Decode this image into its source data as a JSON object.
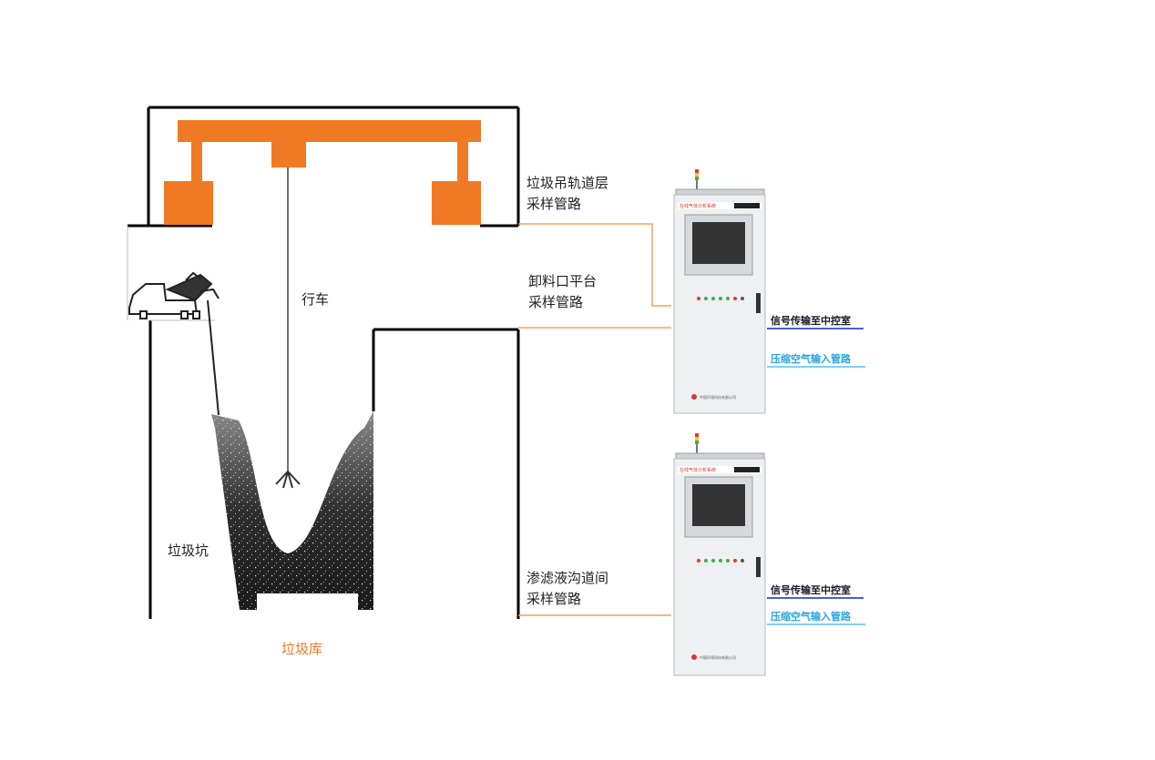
{
  "labels": {
    "crane": "行车",
    "pit": "垃圾坑",
    "bunker": "垃圾库",
    "rail_layer_line1": "垃圾吊轨道层",
    "rail_layer_line2": "采样管路",
    "unloading_line1": "卸料口平台",
    "unloading_line2": "采样管路",
    "leachate_line1": "渗滤液沟道间",
    "leachate_line2": "采样管路"
  },
  "cabinets": [
    {
      "signal": "信号传输至中控室",
      "air": "压缩空气输入管路"
    },
    {
      "signal": "信号传输至中控室",
      "air": "压缩空气输入管路"
    }
  ],
  "colors": {
    "crane": "#f07a23",
    "pipe": "#f5a05a",
    "signal_line": "#4b5fd8",
    "air_line": "#7fd0f2"
  }
}
